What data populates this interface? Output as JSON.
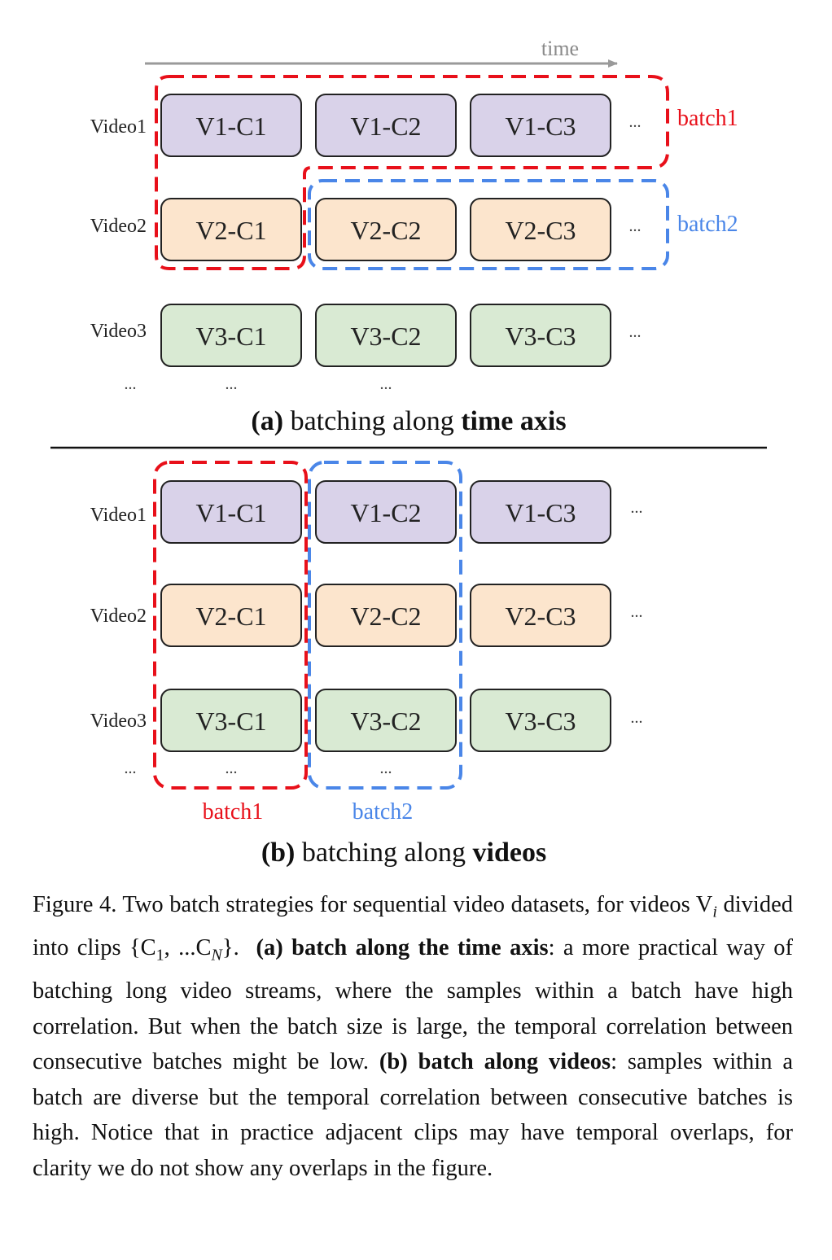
{
  "panel_a": {
    "time_label": "time",
    "rows": [
      {
        "label": "Video1",
        "clips": [
          "V1-C1",
          "V1-C2",
          "V1-C3"
        ]
      },
      {
        "label": "Video2",
        "clips": [
          "V2-C1",
          "V2-C2",
          "V2-C3"
        ]
      },
      {
        "label": "Video3",
        "clips": [
          "V3-C1",
          "V3-C2",
          "V3-C3"
        ]
      }
    ],
    "batch1_label": "batch1",
    "batch2_label": "batch2",
    "caption_prefix": "(a)",
    "caption_middle": " batching along ",
    "caption_bold": "time axis"
  },
  "panel_b": {
    "rows": [
      {
        "label": "Video1",
        "clips": [
          "V1-C1",
          "V1-C2",
          "V1-C3"
        ]
      },
      {
        "label": "Video2",
        "clips": [
          "V2-C1",
          "V2-C2",
          "V2-C3"
        ]
      },
      {
        "label": "Video3",
        "clips": [
          "V3-C1",
          "V3-C2",
          "V3-C3"
        ]
      }
    ],
    "batch1_label": "batch1",
    "batch2_label": "batch2",
    "caption_prefix": "(b)",
    "caption_middle": " batching along ",
    "caption_bold": "videos"
  },
  "ellipsis": "...",
  "colors": {
    "video1_fill": "#d9d2e9",
    "video2_fill": "#fce5cd",
    "video3_fill": "#d9ead3",
    "batch1": "#e8101a",
    "batch2": "#4a86e8",
    "time_arrow": "#9a9a9a"
  },
  "figure_caption": {
    "intro": "Figure 4.  Two batch strategies for sequential video datasets, for videos V",
    "sub_i": "i",
    "mid": " divided into clips {C",
    "sub_1": "1",
    "mid2": ", ...C",
    "sub_N": "N",
    "mid3": "}.  ",
    "bold_a": "(a) batch along the time axis",
    "text_a": ": a more practical way of batching long video streams, where the samples within a batch have high correlation. But when the batch size is large, the temporal correlation between consecutive batches might be low. ",
    "bold_b": "(b) batch along videos",
    "text_b": ": samples within a batch are diverse but the temporal correlation between consecutive batches is high.  Notice that in practice adjacent clips may have temporal overlaps, for clarity we do not show any overlaps in the figure."
  }
}
